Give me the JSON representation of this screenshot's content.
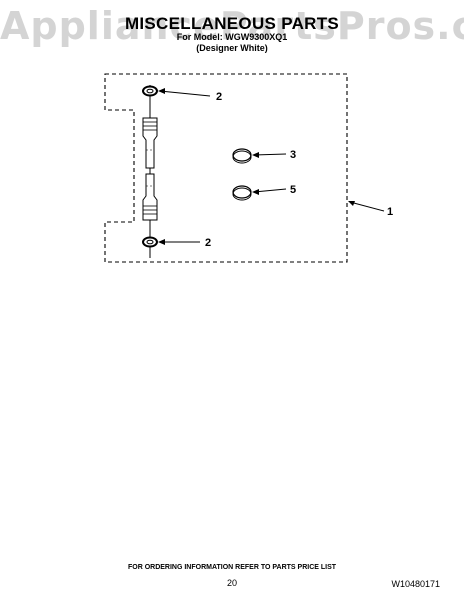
{
  "watermark": "AppliancePartsPros.com",
  "header": {
    "title": "MISCELLANEOUS PARTS",
    "model_line": "For Model: WGW9300XQ1",
    "color_line": "(Designer White)"
  },
  "callouts": [
    {
      "id": "1",
      "label": "1"
    },
    {
      "id": "2a",
      "label": "2"
    },
    {
      "id": "2b",
      "label": "2"
    },
    {
      "id": "3",
      "label": "3"
    },
    {
      "id": "5",
      "label": "5"
    }
  ],
  "footer": {
    "ordering_note": "FOR ORDERING INFORMATION REFER TO PARTS PRICE LIST",
    "page_number": "20",
    "document_number": "W10480171"
  }
}
